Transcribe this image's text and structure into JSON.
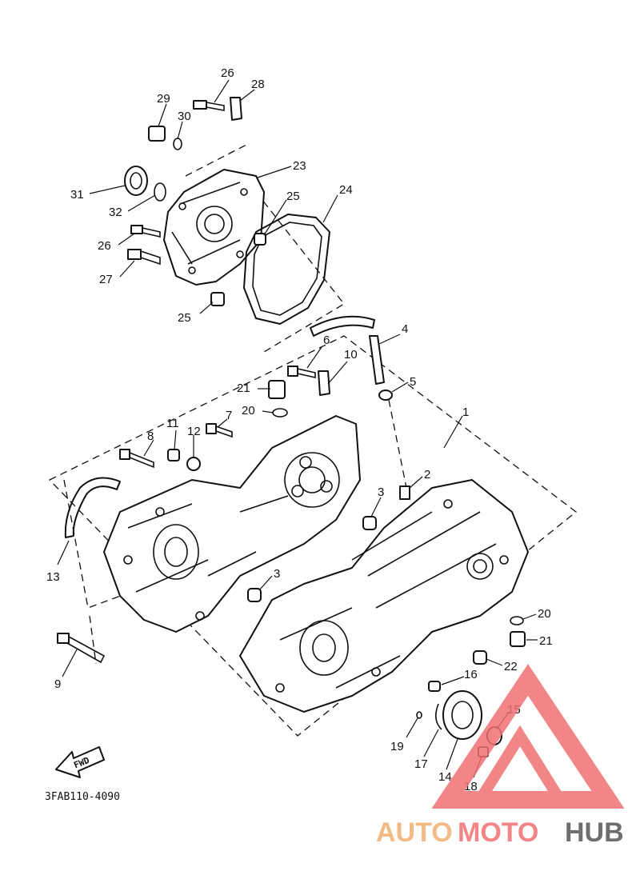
{
  "diagram": {
    "drawing_code": "3FAB110-4090",
    "fwd_label": "FWD",
    "callouts": [
      "1",
      "2",
      "3",
      "3",
      "4",
      "5",
      "6",
      "7",
      "8",
      "9",
      "10",
      "11",
      "12",
      "13",
      "14",
      "15",
      "16",
      "17",
      "18",
      "19",
      "20",
      "20",
      "21",
      "21",
      "22",
      "23",
      "24",
      "25",
      "25",
      "26",
      "26",
      "27",
      "28",
      "29",
      "30",
      "31",
      "32"
    ]
  },
  "watermark": {
    "text_part1": "AUTO",
    "text_part2": "MOTO",
    "text_part3": "HUB",
    "color_primary": "#f07070",
    "color_secondary": "#f0b070",
    "color_dark": "#555555"
  }
}
